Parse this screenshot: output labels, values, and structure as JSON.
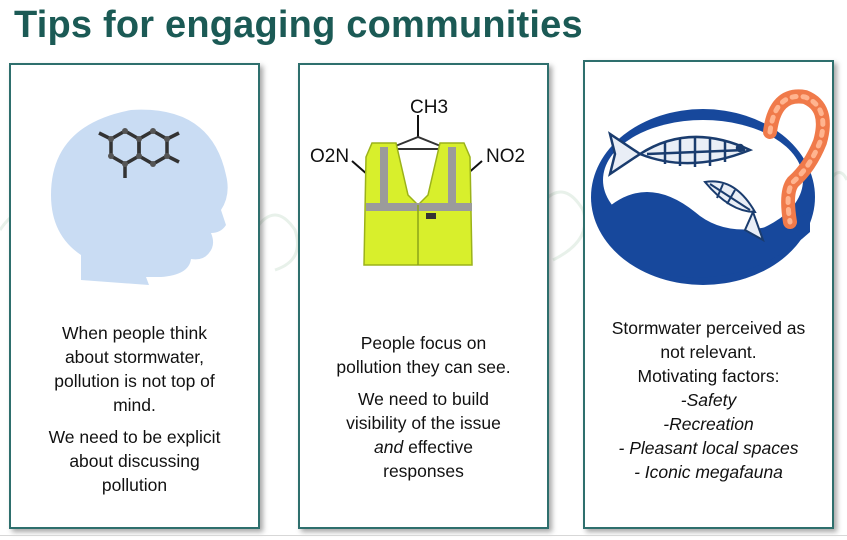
{
  "slide": {
    "title": "Tips for engaging communities"
  },
  "card1": {
    "icon": "head-with-molecule-icon",
    "line1": "When people think",
    "line2": "about stormwater,",
    "line3": "pollution is not top of",
    "line4": "mind.",
    "line5": "We need to be explicit",
    "line6": "about discussing",
    "line7": "pollution"
  },
  "card2": {
    "icon": "high-visibility-vest-molecule-icon",
    "formula_top": "CH3",
    "formula_left": "O2N",
    "formula_right": "NO2",
    "line1": "People focus on",
    "line2": "pollution they can see.",
    "line3": "We need to build",
    "line4": "visibility of the issue",
    "line5_italic": "and",
    "line5_rest": " effective",
    "line6": "responses"
  },
  "card3": {
    "icon": "fish-water-shrimp-icon",
    "line1": "Stormwater perceived as",
    "line2": "not relevant.",
    "line3": "Motivating factors:",
    "factor1": "-Safety",
    "factor2": "-Recreation",
    "factor3": "- Pleasant local spaces",
    "factor4": "- Iconic megafauna"
  },
  "colors": {
    "title": "#1b5a55",
    "card_border": "#2e6f6d",
    "head": "#c9dcf3",
    "vest": "#d8ef2c",
    "water": "#17489c"
  }
}
